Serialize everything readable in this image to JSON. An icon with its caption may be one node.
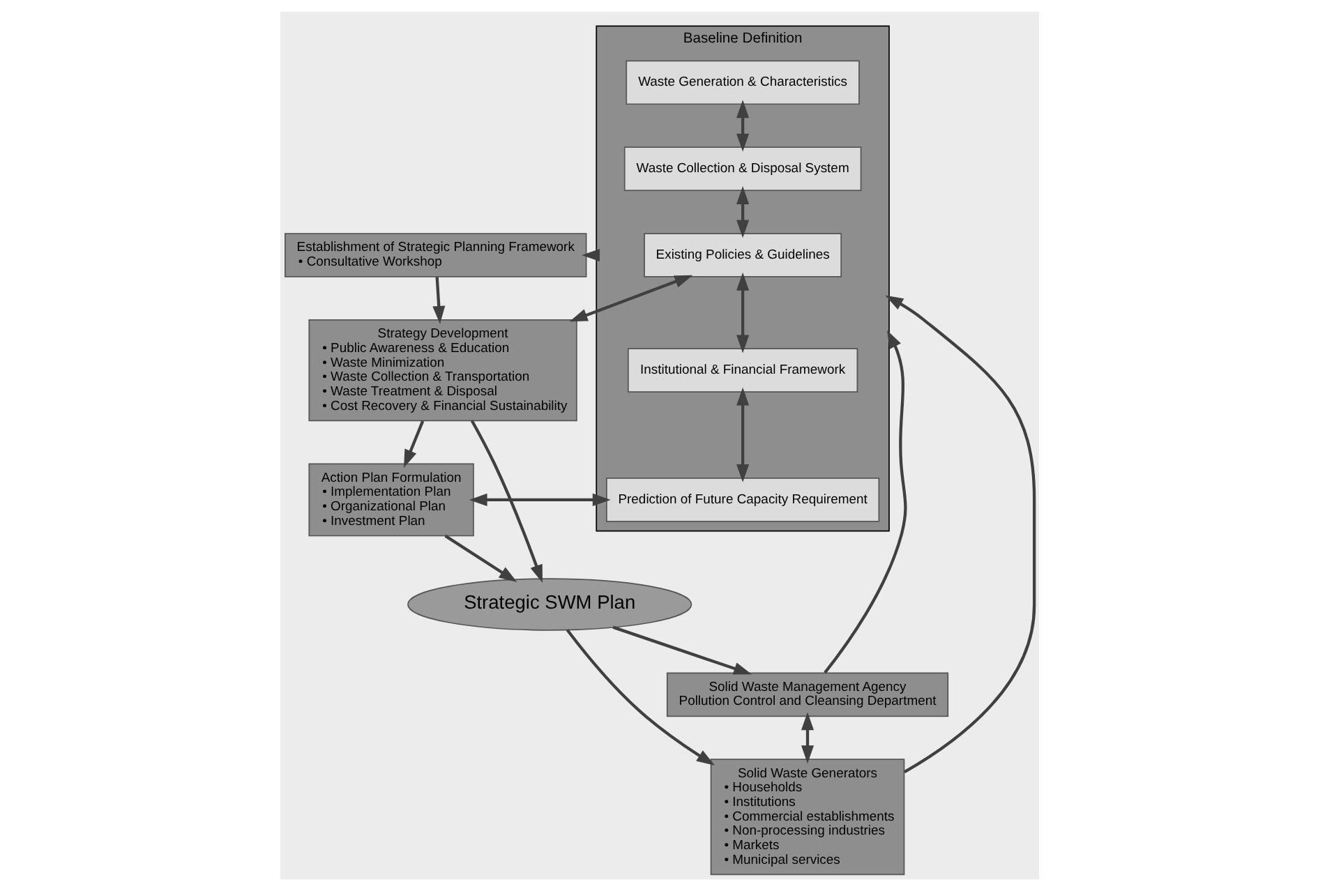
{
  "diagram": {
    "nodes": [
      {
        "text": [
          "Solid Waste Management Agency",
          "Pollution Control and Cleansing Department"
        ]
      },
      {
        "text": [
          "Solid Waste Generators",
          "• Households",
          "• Institutions",
          "• Commercial establishments",
          "• Non-processing industries",
          "• Markets",
          "• Municipal services"
        ]
      },
      {
        "text": [
          "Baseline Definition"
        ]
      },
      {
        "text": [
          "Waste Generation & Characteristics"
        ],
        "in": 2
      },
      {
        "text": [
          "Waste Collection & Disposal System"
        ],
        "in": 2
      },
      {
        "text": [
          "Existing Policies & Guidelines"
        ],
        "in": 2
      },
      {
        "text": [
          "Institutional & Financial Framework"
        ],
        "in": 2
      },
      {
        "text": [
          "Prediction of Future Capacity Requirement"
        ],
        "in": 2
      },
      {
        "text": [
          "Establishment of Strategic Planning Framework",
          "• Consultative Workshop"
        ]
      },
      {
        "text": [
          "Strategy Development",
          "• Public Awareness & Education",
          "• Waste Minimization",
          "• Waste Collection & Transportation",
          "• Waste Treatment & Disposal",
          "• Cost Recovery & Financial Sustainability"
        ]
      },
      {
        "text": [
          "Action Plan Formulation",
          "• Implementation Plan",
          "• Organizational Plan",
          "• Investment Plan"
        ]
      },
      {
        "text": [
          "Strategic SWM Plan"
        ]
      }
    ],
    "edges": [
      {
        "from": 0,
        "to": 1,
        "arrow": "both"
      },
      {
        "from": 0,
        "to": 2,
        "arrow": "to"
      },
      {
        "from": 1,
        "to": 2,
        "arrow": "to"
      },
      {
        "from": 2,
        "to": 8,
        "arrow": "to"
      },
      {
        "from": 3,
        "to": 4,
        "arrow": "both"
      },
      {
        "from": 4,
        "to": 5,
        "arrow": "both"
      },
      {
        "from": 5,
        "to": 6,
        "arrow": "both"
      },
      {
        "from": 6,
        "to": 7,
        "arrow": "both"
      },
      {
        "from": 8,
        "to": 9,
        "arrow": "to"
      },
      {
        "from": 5,
        "to": 9,
        "arrow": "both"
      },
      {
        "from": 9,
        "to": 10,
        "arrow": "to"
      },
      {
        "from": 7,
        "to": 10,
        "arrow": "both"
      },
      {
        "from": 9,
        "to": 11,
        "arrow": "to"
      },
      {
        "from": 10,
        "to": 11,
        "arrow": "to"
      },
      {
        "from": 11,
        "to": 0,
        "arrow": "to"
      },
      {
        "from": 11,
        "to": 1,
        "arrow": "to"
      }
    ]
  }
}
